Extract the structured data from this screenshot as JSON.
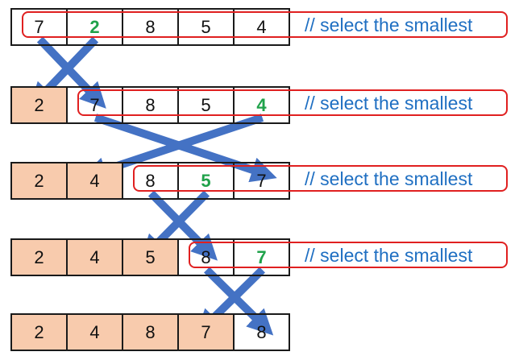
{
  "annotation_text": "// select the smallest",
  "colors": {
    "sorted_fill": "#f8cbad",
    "min_text": "#1fa24a",
    "select_border": "#e02020",
    "annotation_text": "#1f6fc2",
    "arrow": "#4472c4"
  },
  "rows": [
    {
      "cells": [
        "7",
        "2",
        "8",
        "5",
        "4"
      ],
      "sorted_count": 0,
      "min_index": 1,
      "annotation": "// select the smallest",
      "swap": [
        0,
        1
      ]
    },
    {
      "cells": [
        "2",
        "7",
        "8",
        "5",
        "4"
      ],
      "sorted_count": 1,
      "min_index": 4,
      "annotation": "// select the smallest",
      "swap": [
        1,
        4
      ]
    },
    {
      "cells": [
        "2",
        "4",
        "8",
        "5",
        "7"
      ],
      "sorted_count": 2,
      "min_index": 3,
      "annotation": "// select the smallest",
      "swap": [
        2,
        3
      ]
    },
    {
      "cells": [
        "2",
        "4",
        "5",
        "8",
        "7"
      ],
      "sorted_count": 3,
      "min_index": 4,
      "annotation": "// select the smallest",
      "swap": [
        3,
        4
      ]
    },
    {
      "cells": [
        "2",
        "4",
        "8",
        "7",
        "8"
      ],
      "sorted_count": 4,
      "min_index": null,
      "annotation": null,
      "swap": null
    }
  ]
}
